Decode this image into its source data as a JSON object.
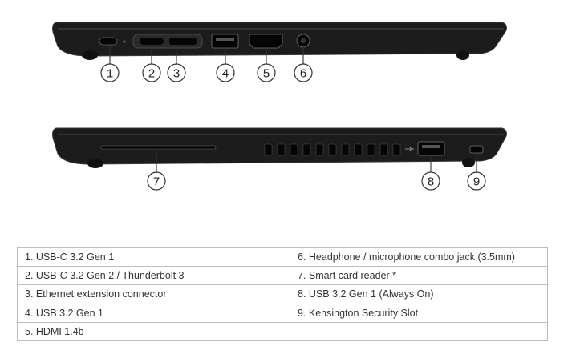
{
  "callouts": [
    "1",
    "2",
    "3",
    "4",
    "5",
    "6",
    "7",
    "8",
    "9"
  ],
  "ports": [
    "1.  USB-C 3.2 Gen 1",
    "2.  USB-C 3.2 Gen 2 / Thunderbolt 3",
    "3.  Ethernet extension connector",
    "4.  USB 3.2 Gen 1",
    "5.  HDMI 1.4b",
    "6.  Headphone / microphone combo jack (3.5mm)",
    "7.  Smart card reader *",
    "8.  USB 3.2 Gen 1 (Always On)",
    "9.  Kensington Security Slot"
  ],
  "colors": {
    "chassis": "#1c1c1c",
    "chassis_edge": "#3a3a3a",
    "port": "#050505",
    "table_border": "#bdbdbd"
  }
}
